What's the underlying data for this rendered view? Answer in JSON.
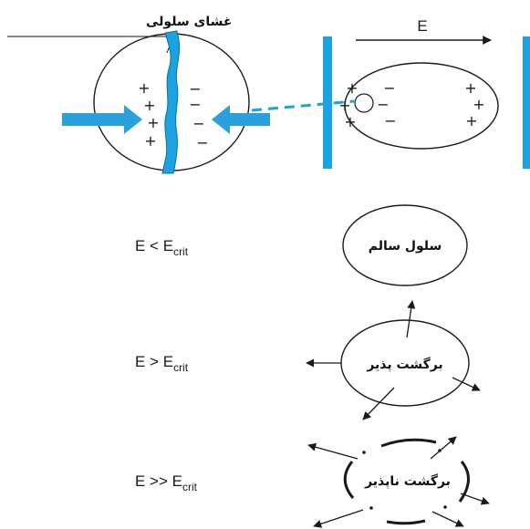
{
  "membrane_label": "غشای سلولی",
  "field_label": "E",
  "equations": {
    "below": {
      "main": "E < E",
      "sub": "crit"
    },
    "above": {
      "main": "E > E",
      "sub": "crit"
    },
    "far_above": {
      "main": "E >> E",
      "sub": "crit"
    }
  },
  "cell_labels": {
    "healthy": "سلول سالم",
    "reversible": "برگشت پذیر",
    "irreversible": "برگشت ناپذیر"
  },
  "charges": {
    "plus": "+",
    "minus": "−"
  },
  "colors": {
    "membrane": "#1aa3e0",
    "membrane_stroke": "#0d6fa0",
    "arrow": "#2aa0dd",
    "electrode": "#1aa3e0",
    "dash": "#1aa3e0",
    "line": "#1a1a1a"
  }
}
